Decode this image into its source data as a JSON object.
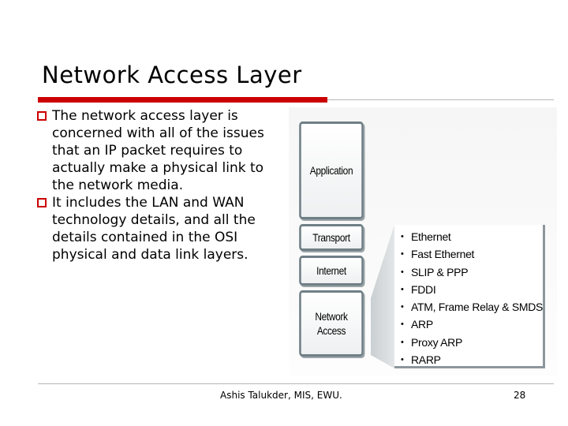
{
  "slide": {
    "title": "Network Access Layer",
    "accent_color": "#cc0000",
    "bullets": [
      {
        "text": "The network access layer is concerned with all of the issues that an IP packet requires to actually make a physical link to the network media."
      },
      {
        "text": "It includes the LAN and WAN technology details, and all the details contained in the OSI physical and data link layers."
      }
    ]
  },
  "diagram": {
    "layers": [
      "Application",
      "Transport",
      "Internet",
      "Network\nAccess"
    ],
    "technologies": [
      "Ethernet",
      "Fast Ethernet",
      "SLIP & PPP",
      "FDDI",
      "ATM, Frame Relay & SMDS",
      "ARP",
      "Proxy ARP",
      "RARP"
    ]
  },
  "footer": {
    "author": "Ashis Talukder, MIS, EWU.",
    "page_number": "28"
  }
}
